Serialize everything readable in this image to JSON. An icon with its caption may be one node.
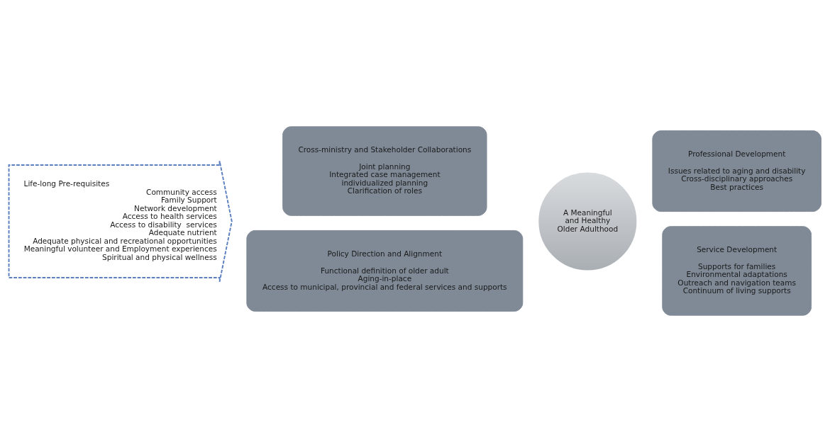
{
  "diagram": {
    "nodes": [
      {
        "text": [
          "Life-long Pre-requisites",
          "Community access",
          "Family Support",
          "Network development",
          "Access to health services",
          "Access to disability  services",
          "Adequate nutrient",
          "Adequate physical and recreational opportunities",
          "Meaningful volunteer and Employment experiences",
          "Spiritual and physical wellness"
        ]
      },
      {
        "text": [
          "Cross-ministry and Stakeholder Collaborations",
          "Joint planning",
          "Integrated case management",
          "individualized planning",
          "Clarification of roles"
        ]
      },
      {
        "text": [
          "Professional Development",
          "Issues related to aging and disability",
          "Cross-disciplinary approaches",
          "Best practices"
        ]
      },
      {
        "text": [
          "A Meaningful and Healthy Older Adulthood"
        ]
      },
      {
        "text": [
          "Policy Direction and Alignment",
          "Functional definition of older adult",
          "Aging-in-place",
          "Access to municipal, provincial and federal services and supports"
        ]
      },
      {
        "text": [
          "Service Development",
          "Supports for families",
          "Environmental adaptations",
          "Outreach and navigation teams",
          "Continuum of living supports"
        ]
      }
    ],
    "edges": []
  }
}
